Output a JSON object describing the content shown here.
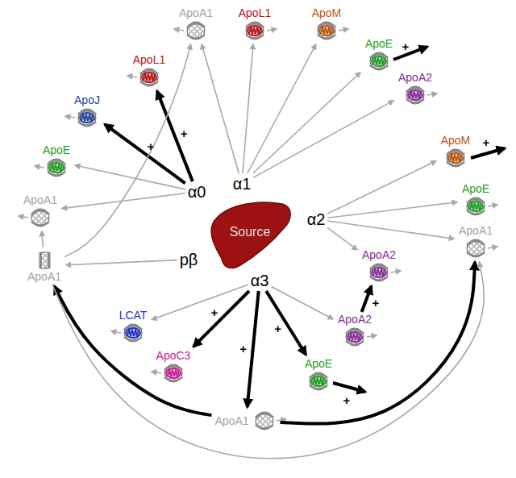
{
  "diagram": {
    "nodes": [
      {
        "text": [
          "Source"
        ]
      },
      {
        "text": [
          "α0"
        ]
      },
      {
        "text": [
          "α1"
        ]
      },
      {
        "text": [
          "α2"
        ]
      },
      {
        "text": [
          "α3"
        ]
      },
      {
        "text": [
          "pβ"
        ]
      },
      {
        "text": [
          "ApoJ"
        ]
      },
      {
        "text": [
          "ApoL1"
        ]
      },
      {
        "text": [
          "ApoE"
        ]
      },
      {
        "text": [
          "ApoA1"
        ]
      },
      {
        "text": [
          "ApoA1"
        ]
      },
      {
        "text": [
          "ApoA1"
        ]
      },
      {
        "text": [
          "ApoL1"
        ]
      },
      {
        "text": [
          "ApoM"
        ]
      },
      {
        "text": [
          "ApoE"
        ]
      },
      {
        "text": [
          "ApoA2"
        ]
      },
      {
        "text": [
          "ApoM"
        ]
      },
      {
        "text": [
          "ApoE"
        ]
      },
      {
        "text": [
          "ApoA1"
        ]
      },
      {
        "text": [
          "ApoA2"
        ]
      },
      {
        "text": [
          "ApoA2"
        ]
      },
      {
        "text": [
          "ApoE"
        ]
      },
      {
        "text": [
          "ApoA1"
        ]
      },
      {
        "text": [
          "ApoC3"
        ]
      },
      {
        "text": [
          "LCAT"
        ]
      }
    ],
    "edges": [
      {
        "from": 1,
        "to": 6,
        "arrow": "to",
        "label": "+"
      },
      {
        "from": 1,
        "to": 7,
        "arrow": "to",
        "label": "+"
      },
      {
        "from": 1,
        "to": 8,
        "arrow": "to"
      },
      {
        "from": 1,
        "to": 9,
        "arrow": "to"
      },
      {
        "from": 5,
        "to": 10,
        "arrow": "to"
      },
      {
        "from": 2,
        "to": 11,
        "arrow": "to"
      },
      {
        "from": 2,
        "to": 12,
        "arrow": "to"
      },
      {
        "from": 2,
        "to": 13,
        "arrow": "to"
      },
      {
        "from": 2,
        "to": 14,
        "arrow": "to"
      },
      {
        "from": 2,
        "to": 15,
        "arrow": "to"
      },
      {
        "from": 3,
        "to": 16,
        "arrow": "to"
      },
      {
        "from": 3,
        "to": 17,
        "arrow": "to"
      },
      {
        "from": 3,
        "to": 18,
        "arrow": "to"
      },
      {
        "from": 3,
        "to": 19,
        "arrow": "to"
      },
      {
        "from": 4,
        "to": 24,
        "arrow": "to"
      },
      {
        "from": 4,
        "to": 23,
        "arrow": "to",
        "label": "+"
      },
      {
        "from": 4,
        "to": 22,
        "arrow": "to",
        "label": "+"
      },
      {
        "from": 4,
        "to": 21,
        "arrow": "to",
        "label": "+"
      },
      {
        "from": 4,
        "to": 20,
        "arrow": "to"
      },
      {
        "from": 20,
        "to": 19,
        "arrow": "to",
        "label": "+"
      },
      {
        "from": 22,
        "to": 10,
        "arrow": "to"
      },
      {
        "from": 22,
        "to": 18,
        "arrow": "to"
      },
      {
        "from": 10,
        "to": 9,
        "arrow": "to"
      },
      {
        "from": 10,
        "to": 11,
        "arrow": "to"
      },
      {
        "from": 10,
        "to": 18,
        "arrow": "to"
      }
    ],
    "labels": [
      "+",
      "+",
      "+"
    ]
  }
}
